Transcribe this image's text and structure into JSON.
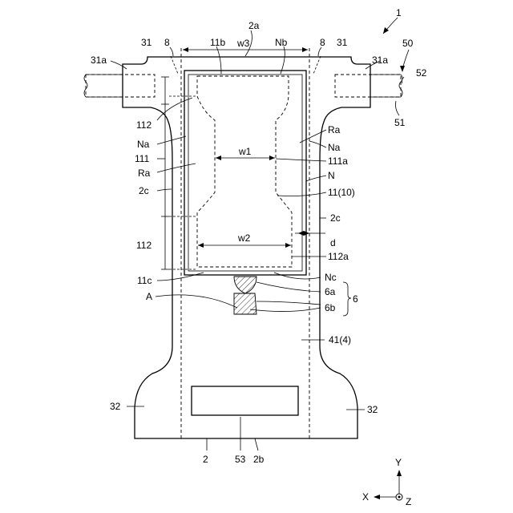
{
  "labels": {
    "fig_ref": "1",
    "top_2a": "2a",
    "w3": "w3",
    "left_8": "8",
    "right_8": "8",
    "top_11b": "11b",
    "top_Nb": "Nb",
    "left_31": "31",
    "right_31": "31",
    "left_31a": "31a",
    "right_31a": "31a",
    "right_50": "50",
    "right_52": "52",
    "right_51": "51",
    "left_112_top": "112",
    "left_Na": "Na",
    "left_111": "111",
    "left_Ra": "Ra",
    "left_2c": "2c",
    "right_Ra": "Ra",
    "right_Na": "Na",
    "w1": "w1",
    "right_111a": "111a",
    "right_N": "N",
    "right_11_10": "11(10)",
    "right_2c": "2c",
    "left_112_bottom": "112",
    "w2": "w2",
    "right_d": "d",
    "right_112a": "112a",
    "left_11c": "11c",
    "right_Nc": "Nc",
    "right_6a": "6a",
    "right_6b": "6b",
    "right_6": "6",
    "left_A": "A",
    "right_41_4": "41(4)",
    "left_32": "32",
    "right_32": "32",
    "bottom_2": "2",
    "bottom_53": "53",
    "bottom_2b": "2b",
    "axis_y": "Y",
    "axis_x": "X",
    "axis_z": "Z"
  }
}
